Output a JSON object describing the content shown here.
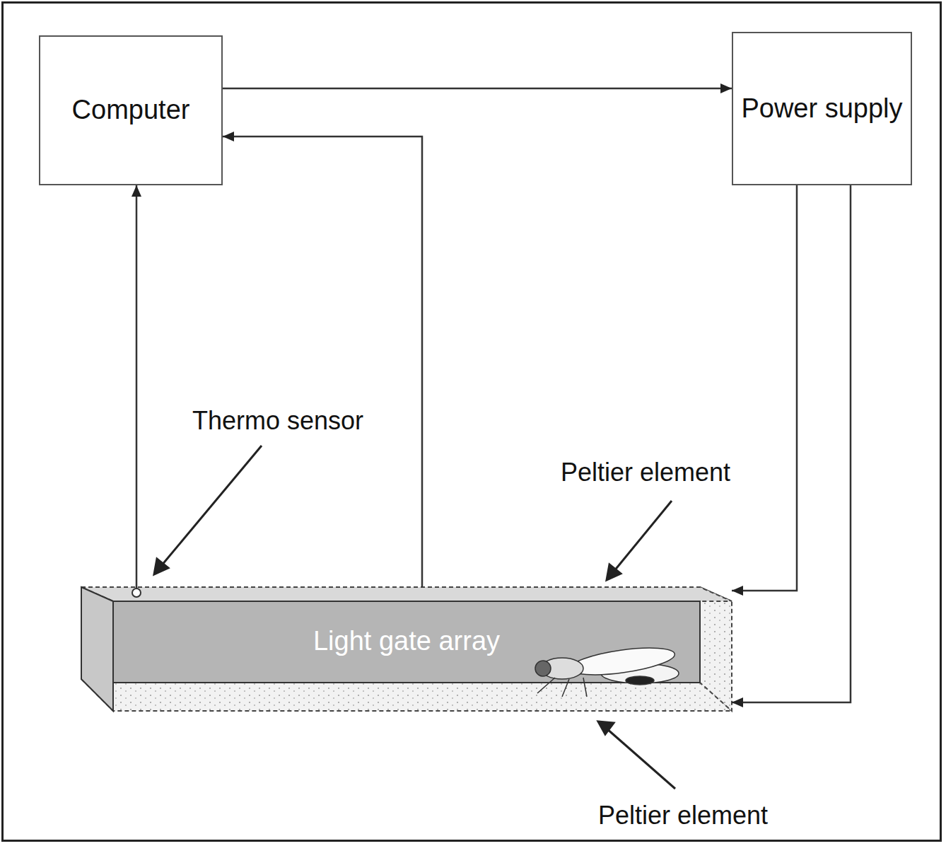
{
  "diagram": {
    "nodes": [
      {
        "text": [
          "Computer"
        ]
      },
      {
        "text": [
          "Power supply"
        ]
      },
      {
        "text": [
          "Light gate array"
        ]
      }
    ],
    "edges": [
      {
        "from": 0,
        "to": 1,
        "arrow": "to"
      },
      {
        "from": 2,
        "to": 0,
        "arrow": "to"
      },
      {
        "from": 2,
        "to": 0,
        "arrow": "to"
      },
      {
        "from": 1,
        "to": 2,
        "arrow": "to"
      },
      {
        "from": 1,
        "to": 2,
        "arrow": "to"
      }
    ],
    "labels": [
      "Thermo sensor",
      "Peltier element",
      "Peltier element"
    ]
  }
}
